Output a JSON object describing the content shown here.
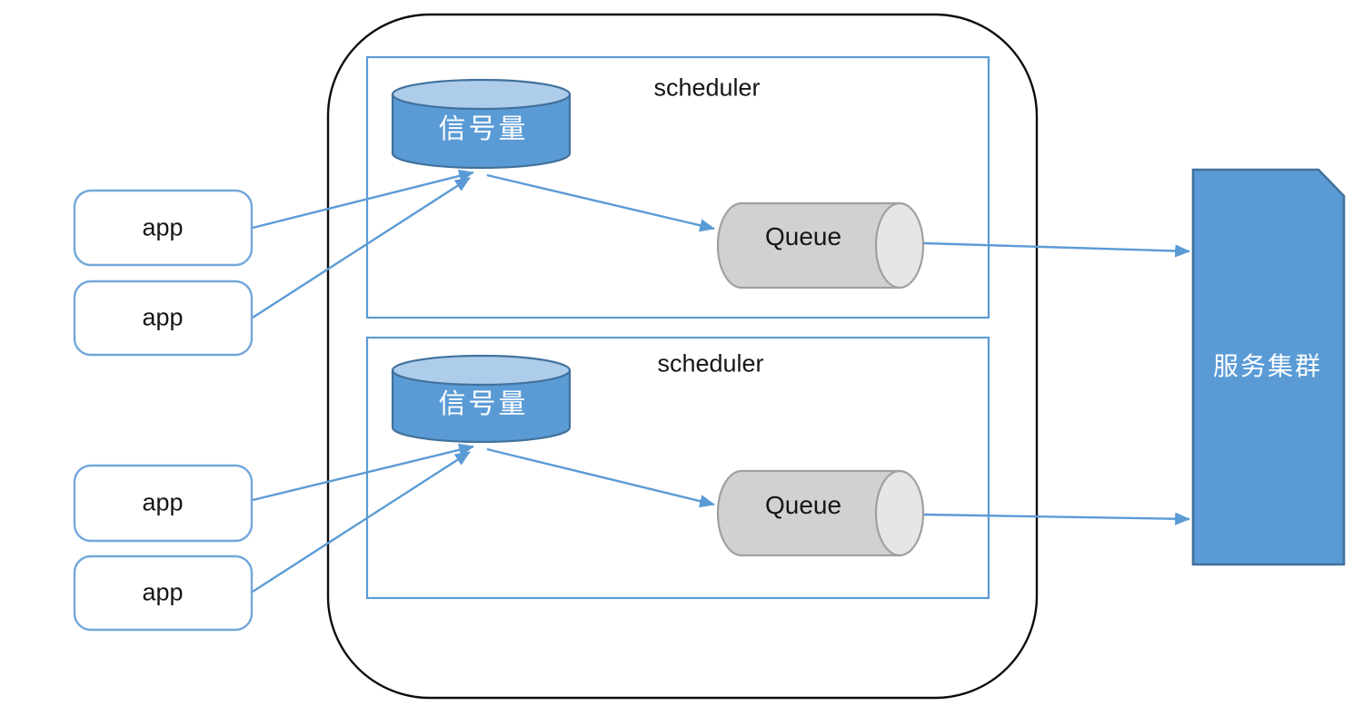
{
  "apps": [
    {
      "label": "app"
    },
    {
      "label": "app"
    },
    {
      "label": "app"
    },
    {
      "label": "app"
    }
  ],
  "schedulers": [
    {
      "title": "scheduler",
      "semaphore": "信号量",
      "queue": "Queue"
    },
    {
      "title": "scheduler",
      "semaphore": "信号量",
      "queue": "Queue"
    }
  ],
  "service_cluster": {
    "label": "服务集群"
  },
  "colors": {
    "accent_blue": "#5B9BD5",
    "dark_blue_border": "#41719C",
    "cylinder_top_fill": "#AECDEB",
    "queue_fill": "#D2D0D0",
    "queue_cap_fill": "#E7E6E6",
    "queue_border": "#A0A0A0",
    "app_border": "#74A7DB",
    "container_border": "#0D0D0D",
    "arrow": "#5B9BD5",
    "text_dark": "#161616",
    "text_white": "#FFFFFF"
  }
}
